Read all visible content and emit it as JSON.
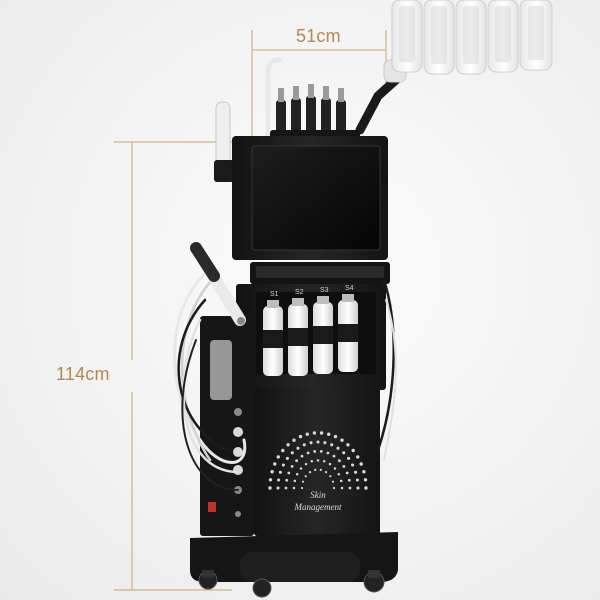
{
  "dimensions": {
    "width_label": "51cm",
    "height_label": "114cm"
  },
  "device": {
    "bottle_labels": [
      "S1",
      "S2",
      "S3",
      "S4"
    ],
    "panel_text_line1": "Skin",
    "panel_text_line2": "Management"
  },
  "colors": {
    "dimension_line": "#c9a46a",
    "dimension_text": "#b08a4e",
    "machine_body": "#1c1c1c",
    "screen": "#0d0d0d",
    "led_panel": "#f3f3f3"
  }
}
